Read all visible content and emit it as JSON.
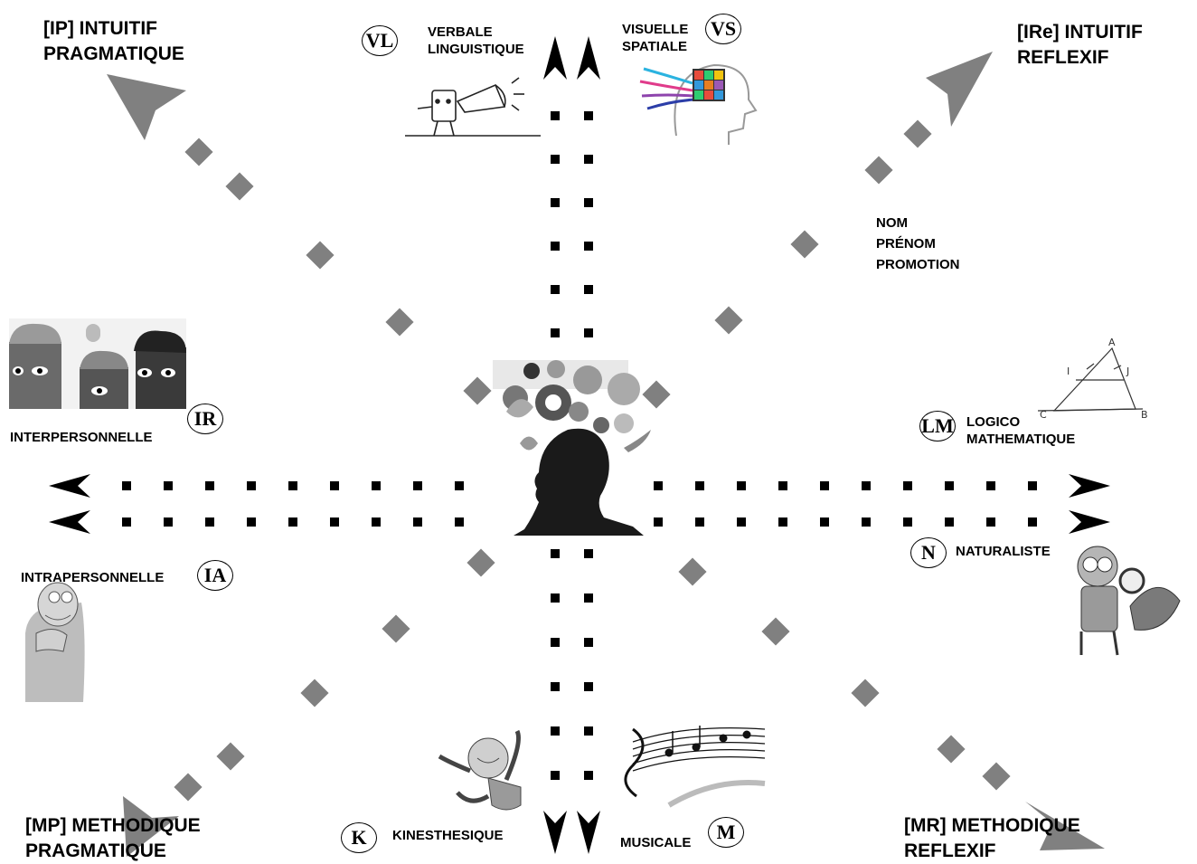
{
  "corners": {
    "ip": {
      "line1": "[IP] INTUITIF",
      "line2": "PRAGMATIQUE"
    },
    "ire": {
      "line1": "[IRe] INTUITIF",
      "line2": "REFLEXIF"
    },
    "mp": {
      "line1": "[MP] METHODIQUE",
      "line2": "PRAGMATIQUE"
    },
    "mr": {
      "line1": "[MR] METHODIQUE",
      "line2": "REFLEXIF"
    }
  },
  "intelligences": {
    "vl": {
      "code": "VL",
      "label": "VERBALE\nLINGUISTIQUE"
    },
    "vs": {
      "code": "VS",
      "label": "VISUELLE\nSPATIALE"
    },
    "ir": {
      "code": "IR",
      "label": "INTERPERSONNELLE"
    },
    "ia": {
      "code": "IA",
      "label": "INTRAPERSONNELLE"
    },
    "lm": {
      "code": "LM",
      "label": "LOGICO\nMATHEMATIQUE"
    },
    "n": {
      "code": "N",
      "label": "NATURALISTE"
    },
    "k": {
      "code": "K",
      "label": "KINESTHESIQUE"
    },
    "m": {
      "code": "M",
      "label": "MUSICALE"
    }
  },
  "student_fields": [
    "NOM",
    "PRÉNOM",
    "PROMOTION"
  ],
  "colors": {
    "diagonal": "#808080",
    "axis": "#000000"
  }
}
